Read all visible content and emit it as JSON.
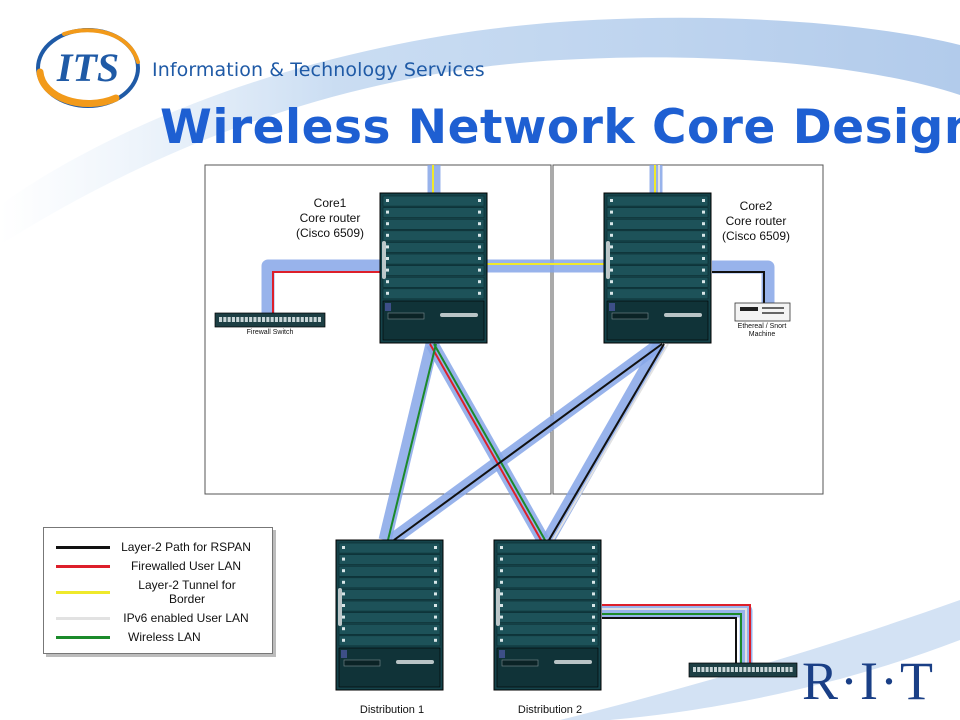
{
  "header": {
    "logo_text": "ITS",
    "tagline": "Information & Technology Services",
    "title": "Wireless Network Core Design",
    "footer_logo": "R·I·T"
  },
  "colors": {
    "title": "#1e5fd2",
    "thick_link": "#86a6e8",
    "chassis": "#15434a",
    "rspan": "#111111",
    "firewalled": "#dd1f2a",
    "tunnel": "#efe92b",
    "ipv6": "#e2e2e2",
    "wireless": "#1b8a2a"
  },
  "diagram": {
    "core1": {
      "name": "Core1",
      "role": "Core router",
      "model": "(Cisco 6509)"
    },
    "core2": {
      "name": "Core2",
      "role": "Core router",
      "model": "(Cisco 6509)"
    },
    "firewall_switch": "Firewall Switch",
    "sniffer_machine": [
      "Ethereal / Snort",
      "Machine"
    ],
    "distribution_1": "Distribution 1",
    "distribution_2": "Distribution 2"
  },
  "legend": [
    {
      "label": "Layer-2 Path for RSPAN",
      "color": "#111111"
    },
    {
      "label": "Firewalled User LAN",
      "color": "#dd1f2a"
    },
    {
      "label": "Layer-2 Tunnel for Border",
      "color": "#efe92b"
    },
    {
      "label": "IPv6 enabled User LAN",
      "color": "#e2e2e2"
    },
    {
      "label": "Wireless LAN",
      "color": "#1b8a2a"
    }
  ]
}
